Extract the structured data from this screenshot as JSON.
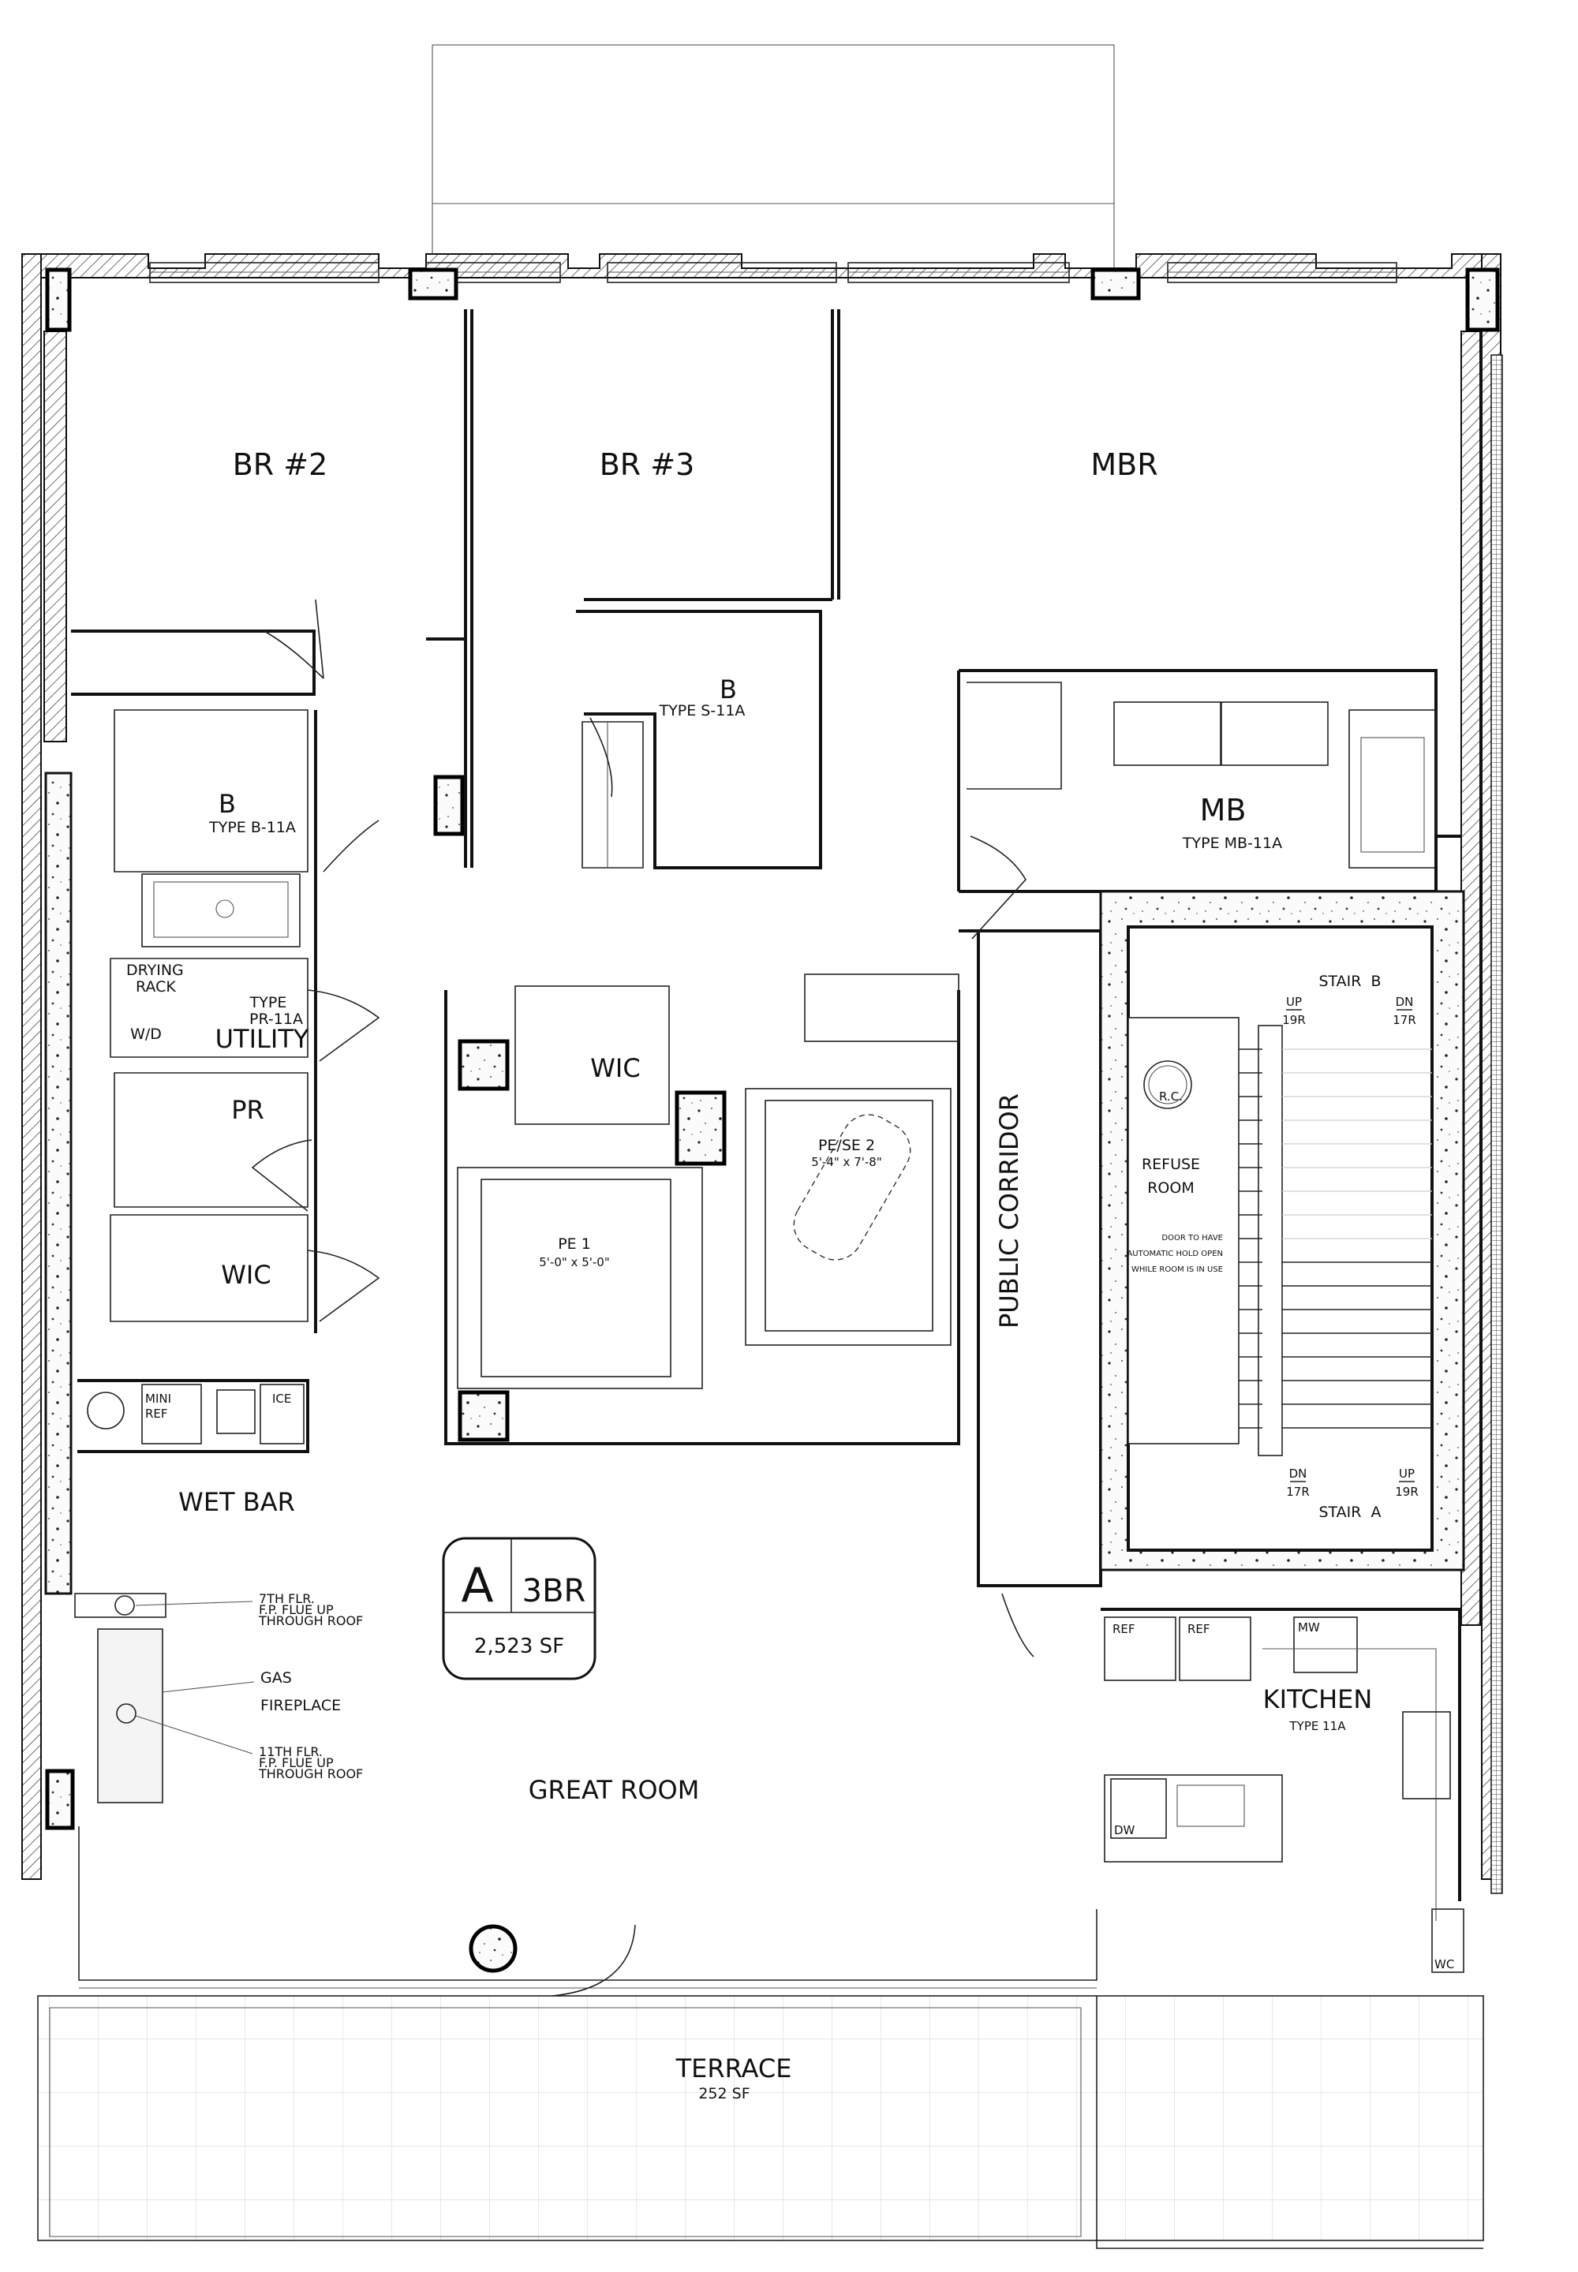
{
  "plan": {
    "unit_badge": {
      "letter": "A",
      "bedrooms": "3BR",
      "area": "2,523 SF"
    },
    "rooms": {
      "br2": "BR #2",
      "br3": "BR #3",
      "mbr": "MBR",
      "bath_b3": {
        "name": "B",
        "type": "TYPE S-11A"
      },
      "bath_b2": {
        "name": "B",
        "type": "TYPE B-11A"
      },
      "master_bath": {
        "name": "MB",
        "type": "TYPE MB-11A"
      },
      "utility": {
        "name": "UTILITY",
        "type_line1": "TYPE",
        "type_line2": "PR-11A",
        "drying_rack_1": "DRYING",
        "drying_rack_2": "RACK",
        "wd": "W/D"
      },
      "powder_room": "PR",
      "wic_left": "WIC",
      "wic_center": "WIC",
      "wet_bar": {
        "name": "WET BAR",
        "mini_ref_1": "MINI",
        "mini_ref_2": "REF",
        "ice": "ICE"
      },
      "pe1": {
        "name": "PE 1",
        "size": "5'-0\" x 5'-0\""
      },
      "pe_se2": {
        "name": "PE/SE 2",
        "size": "5'-4\" x 7'-8\""
      },
      "public_corridor": "PUBLIC CORRIDOR",
      "refuse_room": {
        "line1": "REFUSE",
        "line2": "ROOM",
        "rc": "R.C.",
        "note_1": "DOOR TO HAVE",
        "note_2": "AUTOMATIC HOLD OPEN",
        "note_3": "WHILE ROOM IS IN USE"
      },
      "stair_b": {
        "name": "STAIR  B",
        "up": "UP",
        "up_risers": "19R",
        "dn": "DN",
        "dn_risers": "17R"
      },
      "stair_a": {
        "name": "STAIR  A",
        "up": "UP",
        "up_risers": "19R",
        "dn": "DN",
        "dn_risers": "17R"
      },
      "kitchen": {
        "name": "KITCHEN",
        "type": "TYPE 11A",
        "ref1": "REF",
        "ref2": "REF",
        "mw": "MW",
        "dw": "DW",
        "wc": "WC"
      },
      "great_room": "GREAT ROOM",
      "fireplace": {
        "name_1": "GAS",
        "name_2": "FIREPLACE",
        "note7_1": "7TH FLR.",
        "note7_2": "F.P. FLUE UP",
        "note7_3": "THROUGH ROOF",
        "note11_1": "11TH FLR.",
        "note11_2": "F.P. FLUE UP",
        "note11_3": "THROUGH ROOF"
      },
      "terrace": {
        "name": "TERRACE",
        "area": "252 SF"
      }
    }
  }
}
